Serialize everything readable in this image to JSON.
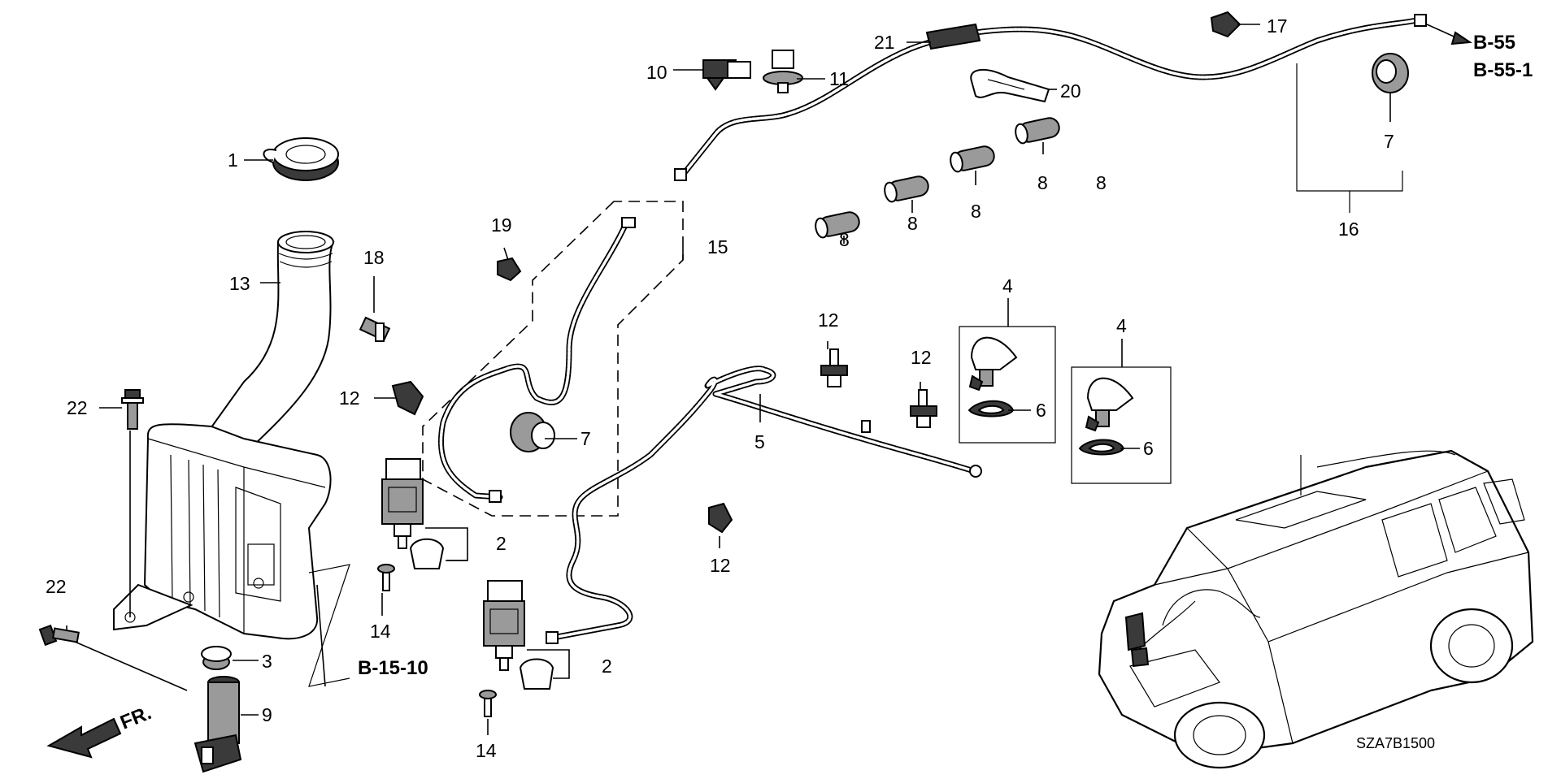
{
  "diagram": {
    "code": "SZA7B1500",
    "direction_label": "FR.",
    "references": [
      "B-55",
      "B-55-1",
      "B-15-10"
    ],
    "callouts": {
      "n1": "1",
      "n2a": "2",
      "n2b": "2",
      "n3": "3",
      "n4a": "4",
      "n4b": "4",
      "n5": "5",
      "n6a": "6",
      "n6b": "6",
      "n7a": "7",
      "n7b": "7",
      "n8a": "8",
      "n8b": "8",
      "n8c": "8",
      "n8d": "8",
      "n8e": "8",
      "n9": "9",
      "n10": "10",
      "n11": "11",
      "n12a": "12",
      "n12b": "12",
      "n12c": "12",
      "n12d": "12",
      "n13": "13",
      "n14a": "14",
      "n14b": "14",
      "n15": "15",
      "n16": "16",
      "n17": "17",
      "n18": "18",
      "n19": "19",
      "n20": "20",
      "n21": "21",
      "n22a": "22",
      "n22b": "22"
    }
  }
}
